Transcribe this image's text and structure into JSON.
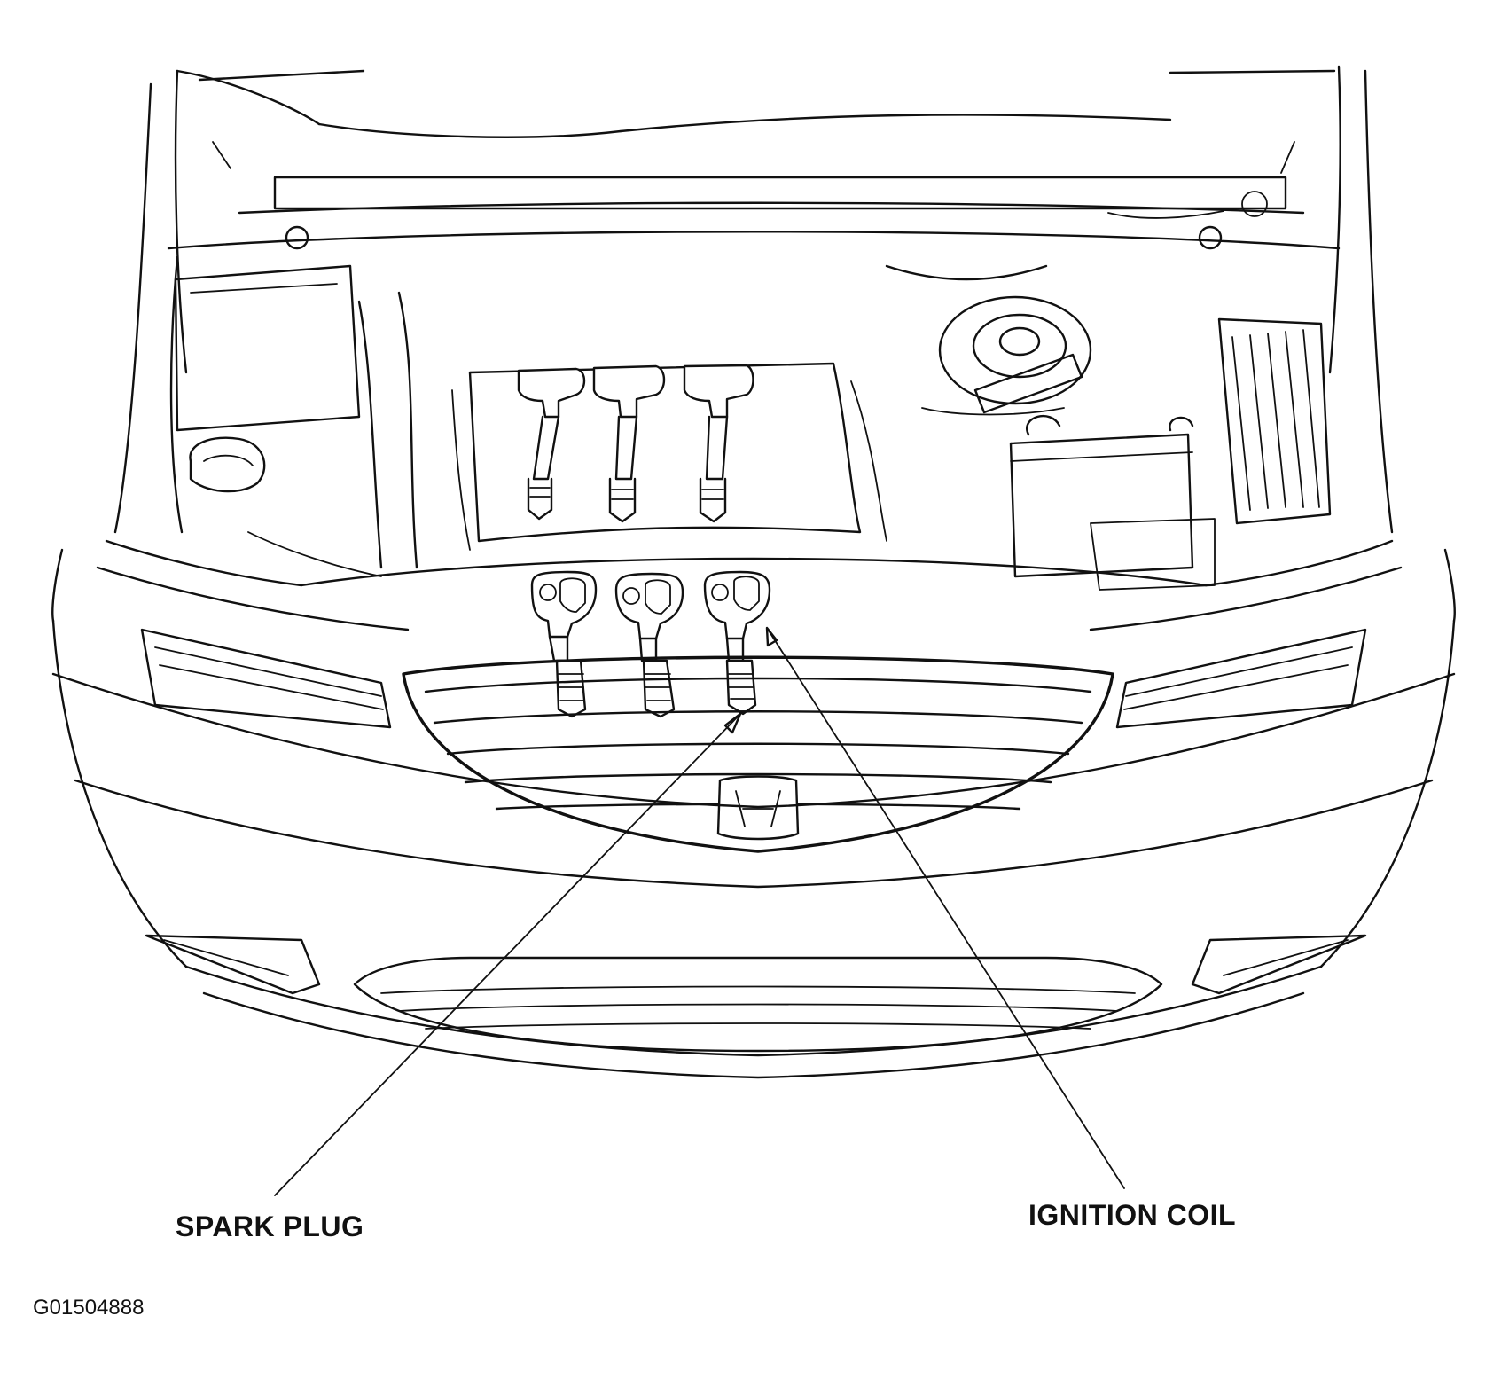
{
  "labels": {
    "spark_plug": "SPARK PLUG",
    "ignition_coil": "IGNITION COIL",
    "figure_code": "G01504888"
  },
  "colors": {
    "line": "#111111",
    "background": "#ffffff"
  }
}
